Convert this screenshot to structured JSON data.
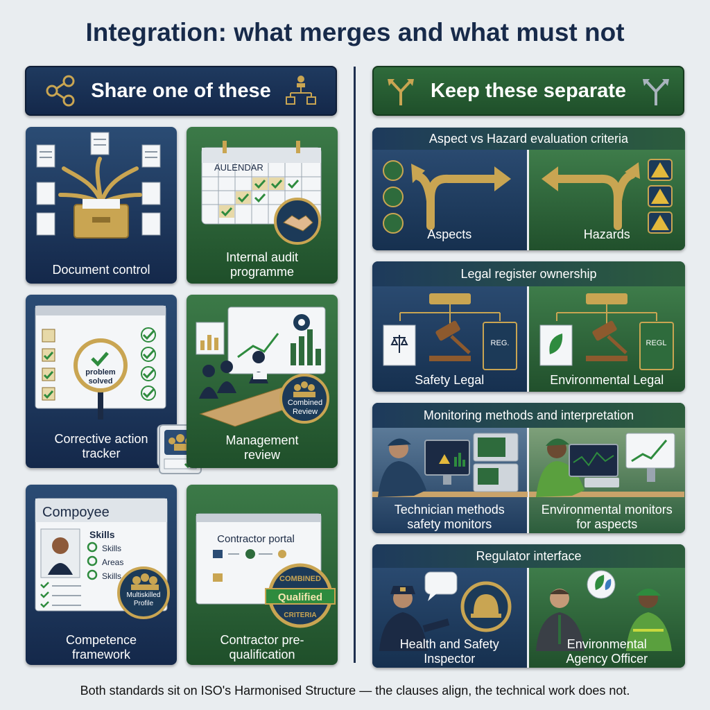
{
  "title": "Integration: what merges and what must not",
  "share_header": "Share one of these",
  "keep_header": "Keep these separate",
  "share_cards": {
    "document_control": "Document control",
    "audit": "Internal audit programme",
    "audit_calendar_label": "AULENDAR",
    "corrective": "Corrective action tracker",
    "corrective_badge": "problem solved",
    "management": "Management review",
    "management_badge": "Combined Review",
    "competence": "Competence framework",
    "competence_panel_title": "Compoyee",
    "competence_skills_title": "Skills",
    "competence_items": [
      "Skills",
      "Areas",
      "Skills"
    ],
    "competence_badge": "Multiskilled Profile",
    "contractor": "Contractor pre-qualification",
    "contractor_panel_title": "Contractor portal",
    "contractor_badge_top": "COMBINED",
    "contractor_badge_main": "Qualified",
    "contractor_badge_bottom": "CRITERIA"
  },
  "keep_groups": {
    "aspect_hazard": {
      "title": "Aspect vs Hazard evaluation criteria",
      "left": "Aspects",
      "right": "Hazards"
    },
    "legal": {
      "title": "Legal register ownership",
      "left": "Safety Legal",
      "right": "Environmental Legal",
      "left_book": "REG.",
      "right_book": "REGL"
    },
    "monitoring": {
      "title": "Monitoring methods and interpretation",
      "left": "Technician methods safety monitors",
      "right": "Environmental monitors for aspects"
    },
    "regulator": {
      "title": "Regulator interface",
      "left": "Health and Safety Inspector",
      "right": "Environmental Agency Officer"
    }
  },
  "footer": "Both standards sit on ISO's Harmonised Structure — the clauses align, the technical work does not.",
  "colors": {
    "navy": "#1f3a5f",
    "green": "#2f6b3b",
    "gold": "#c9a552",
    "background": "#e9edf0"
  }
}
